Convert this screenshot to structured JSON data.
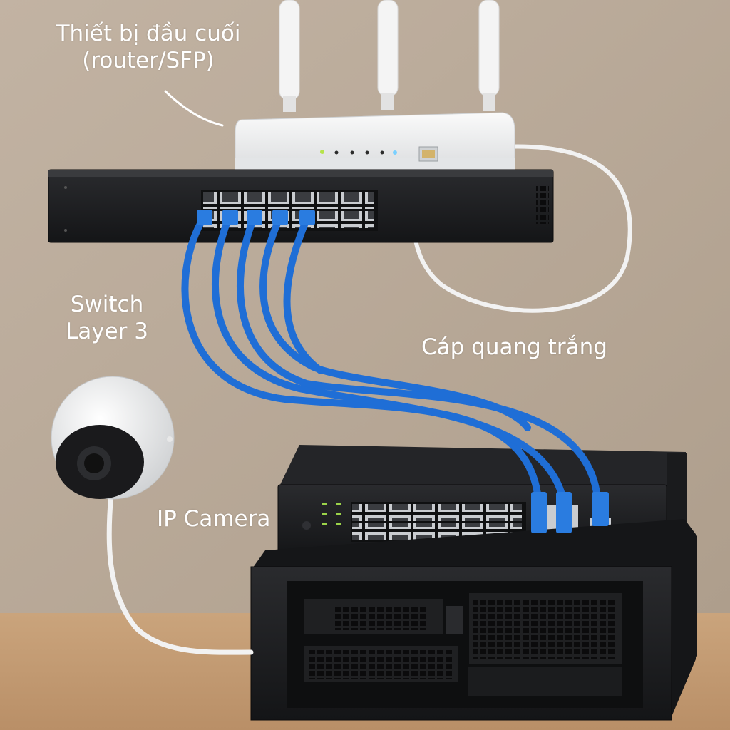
{
  "labels": {
    "router_line1": "Thiết bị đầu cuối",
    "router_line2": "(router/SFP)",
    "switch_line1": "Switch",
    "switch_line2": "Layer 3",
    "fiber_cable": "Cáp quang trắng",
    "ip_camera": "IP Camera"
  },
  "colors": {
    "wall": "#b9a998",
    "shelf_wood": "#c6a07a",
    "device_black": "#1c1d1f",
    "router_white": "#f1f2f3",
    "cable_blue": "#1f6ed6",
    "cable_white": "#f4f4f4",
    "text": "#ffffff"
  },
  "icons": [
    "router-icon",
    "switch-icon",
    "ip-camera-icon",
    "server-icon",
    "ethernet-cable-icon",
    "fiber-cable-icon"
  ]
}
